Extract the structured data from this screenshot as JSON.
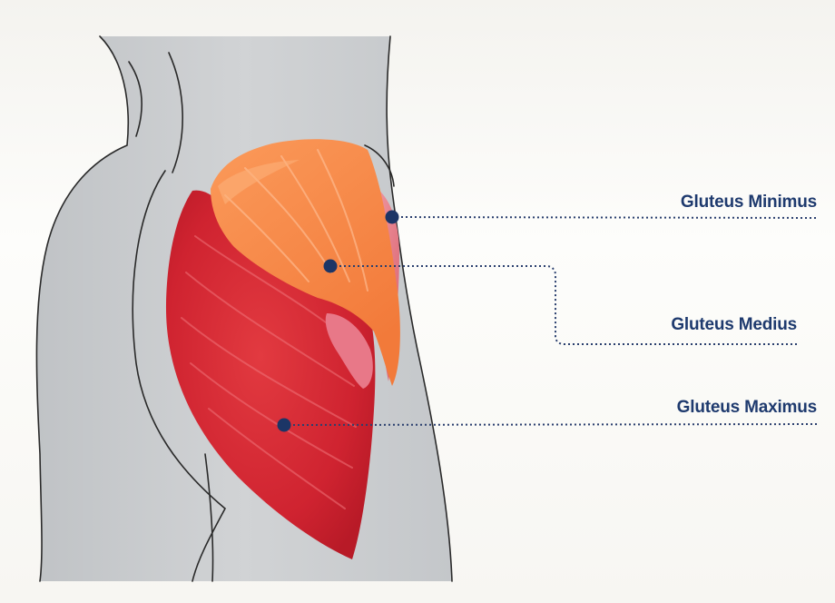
{
  "labels": {
    "minimus": "Gluteus Minimus",
    "medius": "Gluteus Medius",
    "maximus": "Gluteus Maximus"
  },
  "colors": {
    "body_fill": "#c9ccce",
    "body_outline": "#2a2a2a",
    "maximus": "#d42a33",
    "medius": "#f58a4a",
    "minimus": "#e9808e",
    "marker": "#1c3566",
    "label": "#1e3a6e"
  }
}
